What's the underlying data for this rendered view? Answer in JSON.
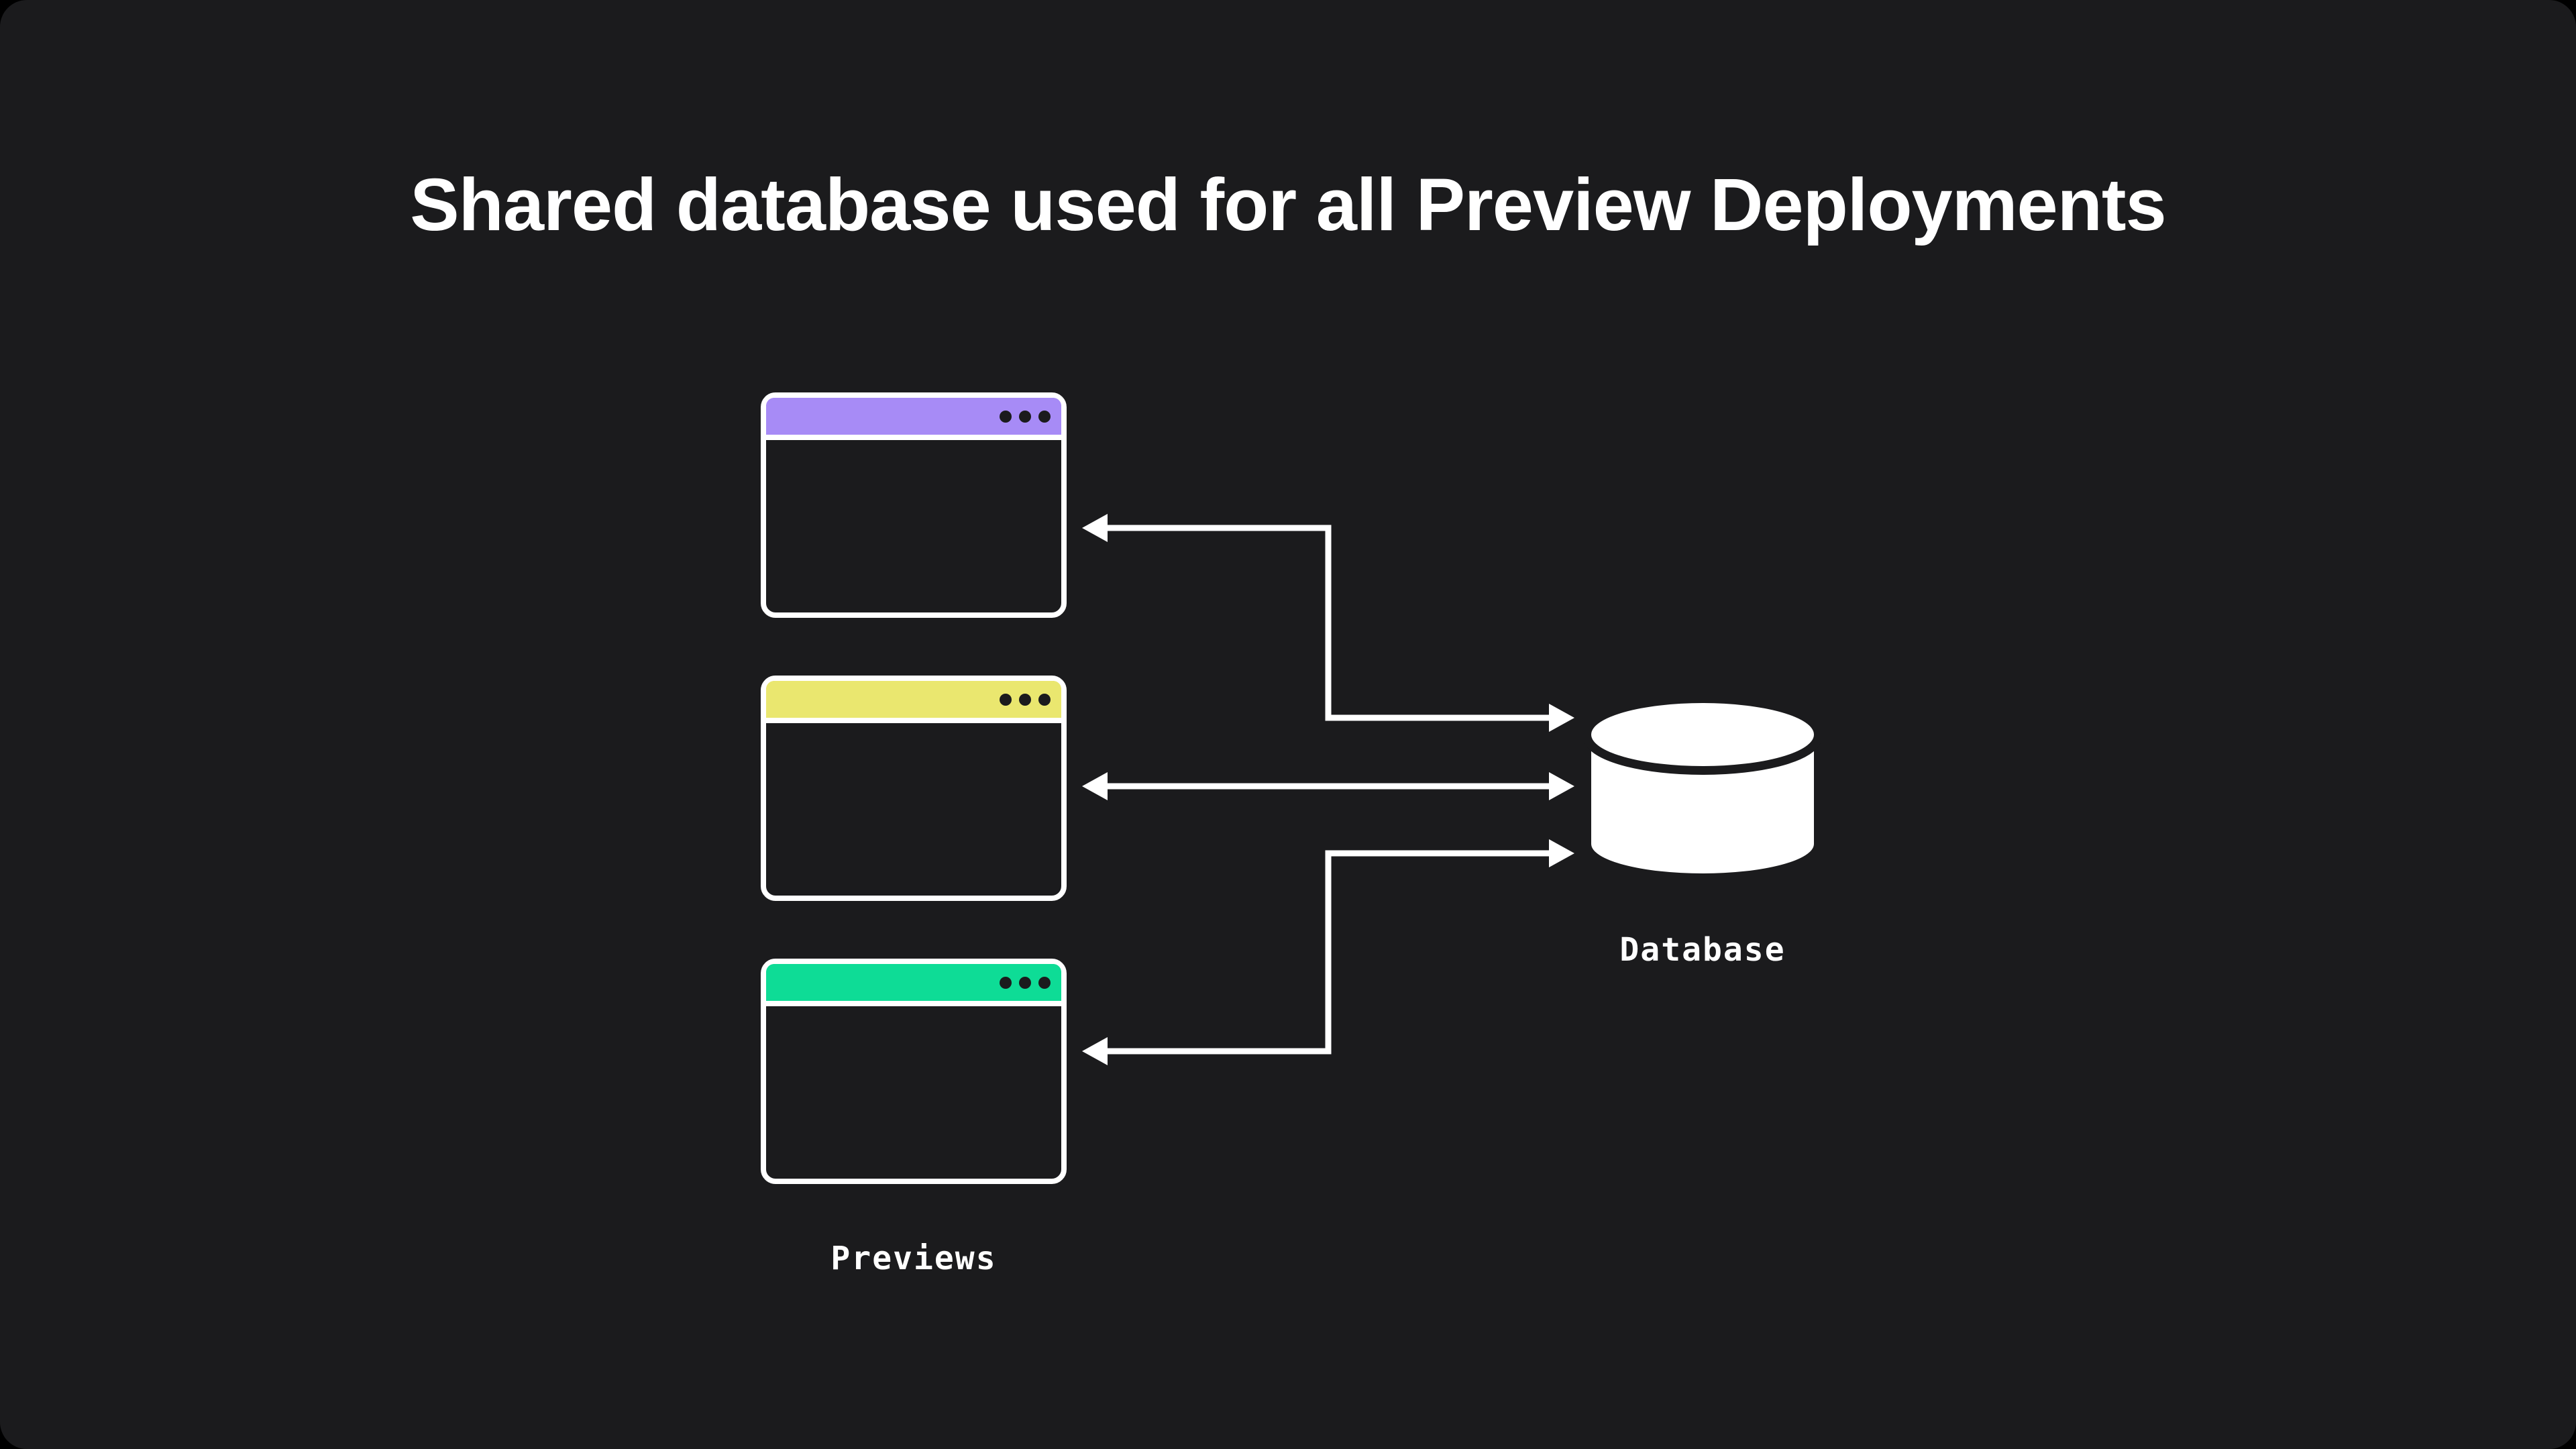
{
  "title": "Shared database used for all Preview Deployments",
  "colors": {
    "background": "#1b1b1d",
    "foreground": "#ffffff",
    "preview_1_titlebar": "#a78bf6",
    "preview_2_titlebar": "#eae76f",
    "preview_3_titlebar": "#0edc96"
  },
  "previews": {
    "group_label": "Previews",
    "windows": [
      {
        "id": "preview-1",
        "titlebar_color": "#a78bf6"
      },
      {
        "id": "preview-2",
        "titlebar_color": "#eae76f"
      },
      {
        "id": "preview-3",
        "titlebar_color": "#0edc96"
      }
    ]
  },
  "database": {
    "label": "Database"
  },
  "connectors": [
    {
      "from": "preview-1",
      "to": "database",
      "style": "elbow",
      "bidirectional": true
    },
    {
      "from": "preview-2",
      "to": "database",
      "style": "straight",
      "bidirectional": true
    },
    {
      "from": "preview-3",
      "to": "database",
      "style": "elbow",
      "bidirectional": true
    }
  ]
}
